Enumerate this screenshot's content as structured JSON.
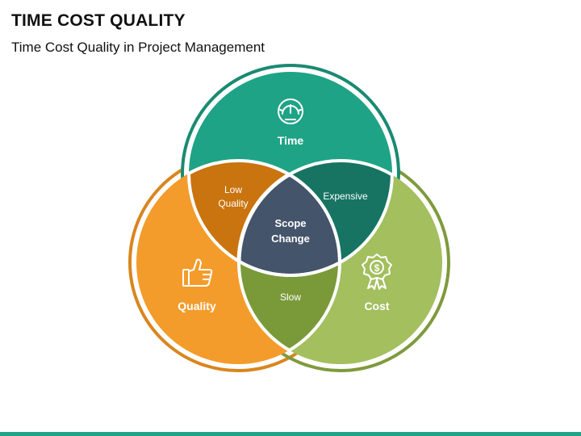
{
  "title": "TIME COST QUALITY",
  "subtitle": "Time Cost Quality in Project Management",
  "colors": {
    "time": "#1fa386",
    "time_ring": "#1a8a72",
    "quality": "#f39c2b",
    "quality_ring": "#d9861e",
    "cost": "#a3bf5e",
    "cost_ring": "#7f9a3c",
    "low_quality": "#c9740f",
    "expensive": "#177462",
    "slow": "#7a9a3a",
    "center": "#44546a",
    "bar": "#1fa386"
  },
  "circles": {
    "time": {
      "label": "Time",
      "icon": "gauge-icon"
    },
    "quality": {
      "label": "Quality",
      "icon": "thumbs-up-icon"
    },
    "cost": {
      "label": "Cost",
      "icon": "dollar-badge-icon"
    }
  },
  "overlaps": {
    "low_quality": {
      "line1": "Low",
      "line2": "Quality"
    },
    "expensive": {
      "label": "Expensive"
    },
    "slow": {
      "label": "Slow"
    },
    "center": {
      "line1": "Scope",
      "line2": "Change"
    }
  }
}
